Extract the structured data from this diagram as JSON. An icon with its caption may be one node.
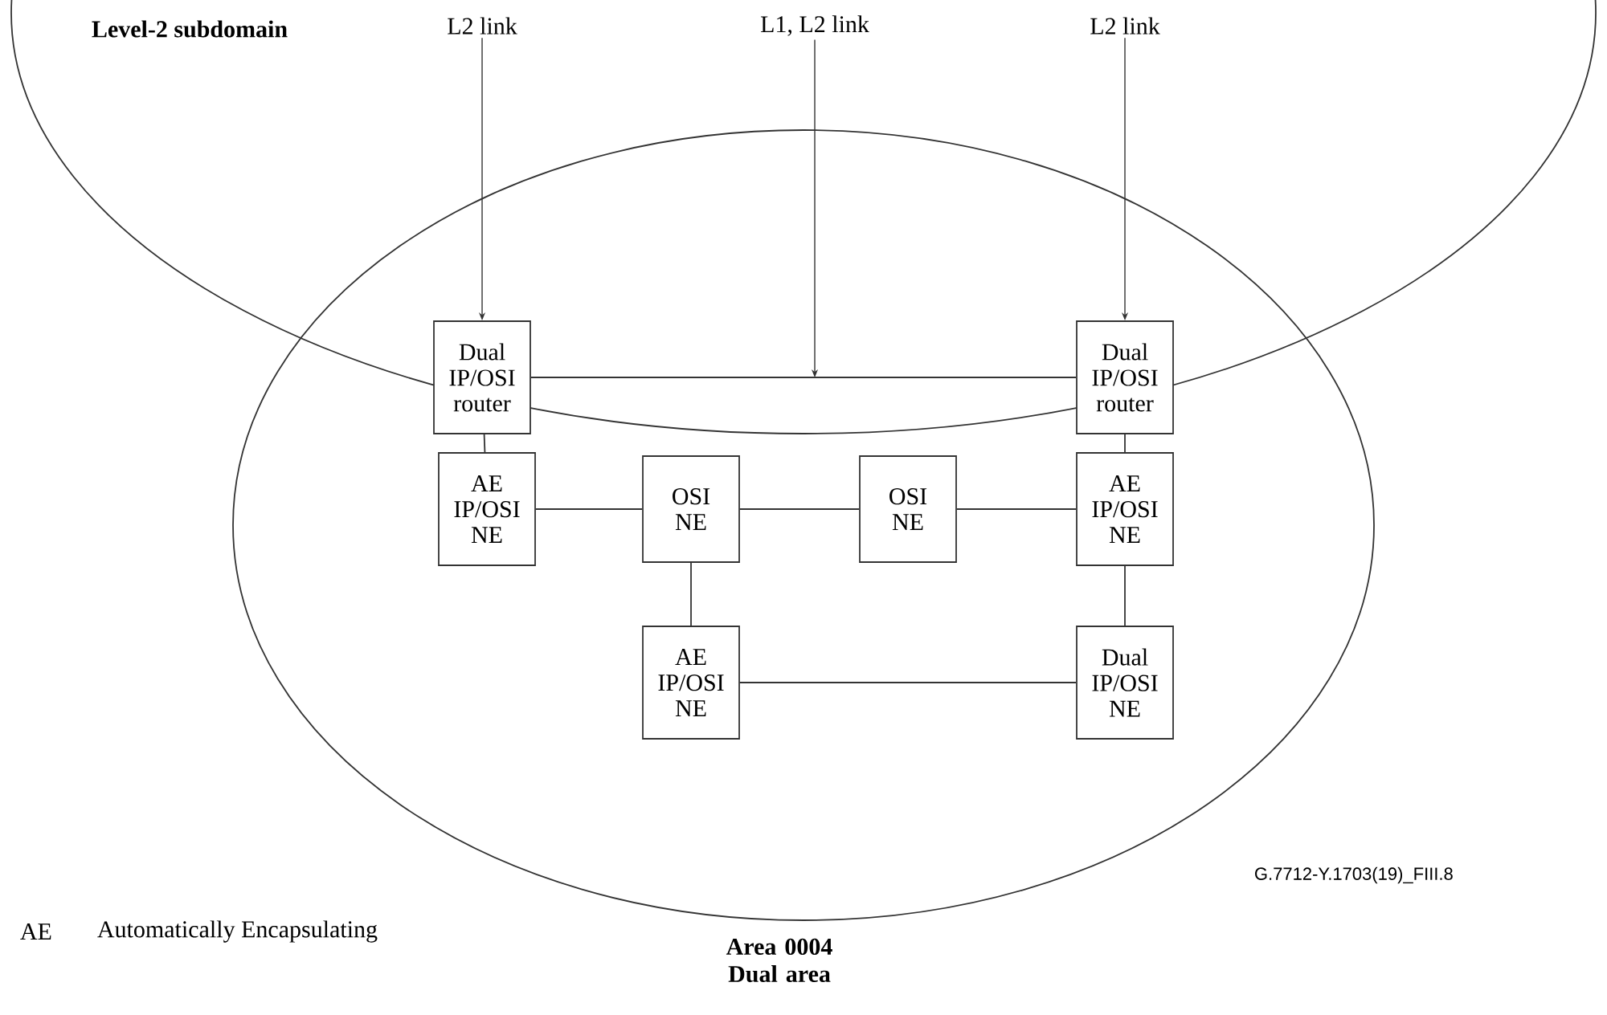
{
  "diagram": {
    "nodes": [
      {
        "text": [
          "Level-2 subdomain"
        ]
      },
      {
        "text": [
          "Area 0004 Dual area"
        ]
      },
      {
        "text": [
          "L2 link"
        ],
        "in": 0
      },
      {
        "text": [
          "L1, L2 link"
        ],
        "in": 0
      },
      {
        "text": [
          "L2 link"
        ],
        "in": 0
      },
      {
        "text": [
          "Dual IP/OSI router"
        ]
      },
      {
        "text": [
          "Dual IP/OSI router"
        ]
      },
      {
        "text": [
          "AE IP/OSI NE"
        ],
        "in": 1
      },
      {
        "text": [
          "OSI NE"
        ],
        "in": 1
      },
      {
        "text": [
          "OSI NE"
        ],
        "in": 1
      },
      {
        "text": [
          "AE IP/OSI NE"
        ],
        "in": 1
      },
      {
        "text": [
          "AE IP/OSI NE"
        ],
        "in": 1
      },
      {
        "text": [
          "Dual IP/OSI NE"
        ],
        "in": 1
      }
    ],
    "edges": [
      {
        "from": 2,
        "to": 5,
        "arrow": "to"
      },
      {
        "from": 4,
        "to": 6,
        "arrow": "to"
      },
      {
        "from": 3,
        "to": null,
        "arrow": "to"
      },
      {
        "from": 5,
        "to": 6,
        "arrow": "none"
      },
      {
        "from": 5,
        "to": 7,
        "arrow": "none"
      },
      {
        "from": 6,
        "to": 10,
        "arrow": "none"
      },
      {
        "from": 7,
        "to": 8,
        "arrow": "none"
      },
      {
        "from": 8,
        "to": 9,
        "arrow": "none"
      },
      {
        "from": 9,
        "to": 10,
        "arrow": "none"
      },
      {
        "from": 8,
        "to": 11,
        "arrow": "none"
      },
      {
        "from": 10,
        "to": 12,
        "arrow": "none"
      },
      {
        "from": 11,
        "to": 12,
        "arrow": "none"
      }
    ],
    "labels": [
      "G.7712-Y.1703(19)_FIII.8",
      "AE",
      "Automatically Encapsulating"
    ]
  }
}
